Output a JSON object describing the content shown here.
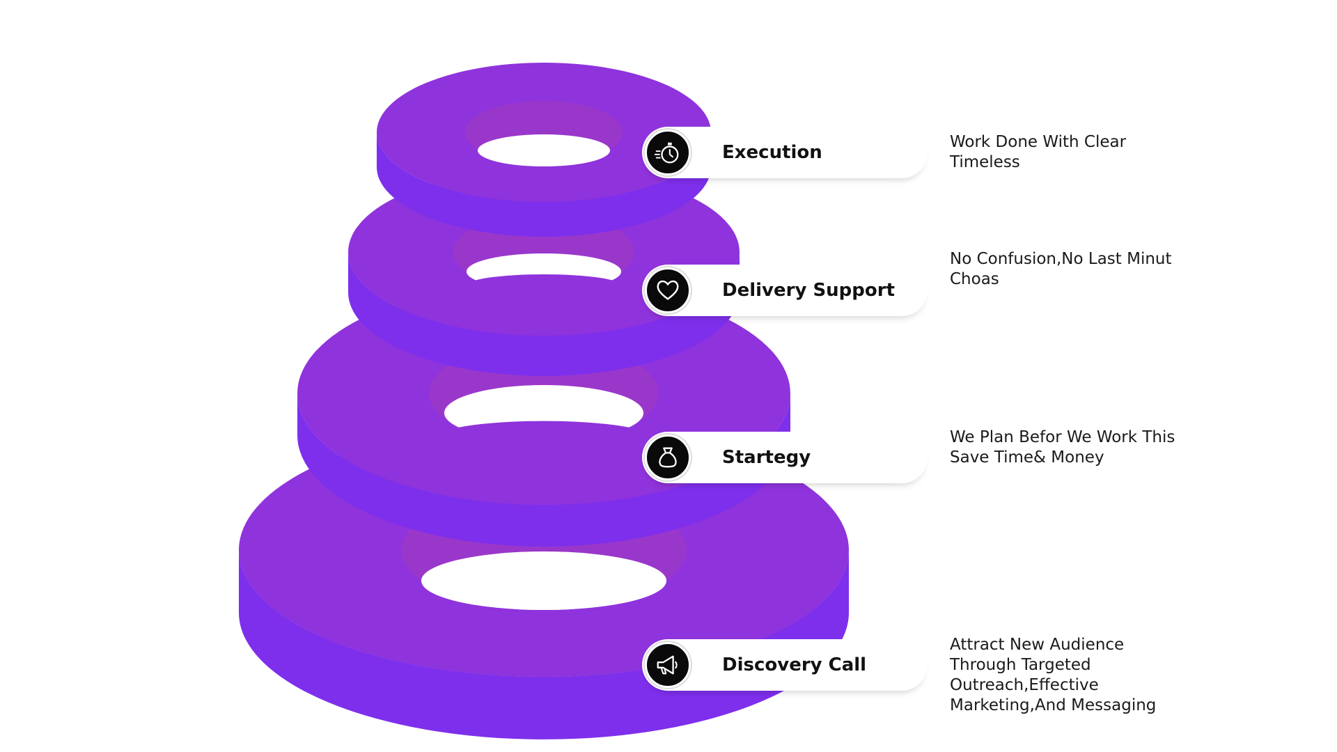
{
  "colors": {
    "ring_top": "#8e32dc",
    "ring_side": "#7f30ea",
    "ring_inner_glow": "#a03cc0",
    "badge": "#0a0a0a",
    "text": "#111111"
  },
  "steps": [
    {
      "title": "Execution",
      "icon": "stopwatch-icon",
      "description": "Work Done With Clear Timeless"
    },
    {
      "title": "Delivery Support",
      "icon": "heart-icon",
      "description": "No Confusion,No Last Minut Choas"
    },
    {
      "title": "Startegy",
      "icon": "money-bag-icon",
      "description": "We Plan Befor We Work This Save Time& Money"
    },
    {
      "title": "Discovery Call",
      "icon": "megaphone-icon",
      "description": "Attract New Audience Through Targeted Outreach,Effective Marketing,And Messaging"
    }
  ]
}
